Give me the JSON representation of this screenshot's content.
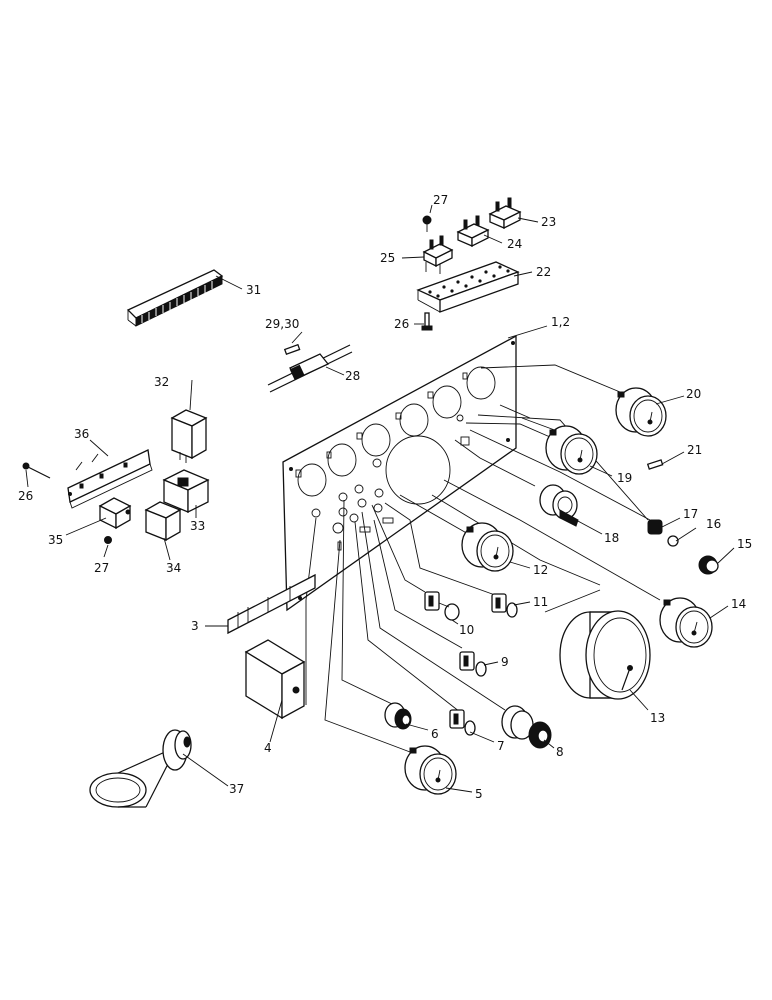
{
  "diagram": {
    "labels": {
      "l1_2": "1,2",
      "l3": "3",
      "l4": "4",
      "l5": "5",
      "l6": "6",
      "l7": "7",
      "l8": "8",
      "l9": "9",
      "l10": "10",
      "l11": "11",
      "l12": "12",
      "l13": "13",
      "l14": "14",
      "l15": "15",
      "l16": "16",
      "l17": "17",
      "l18": "18",
      "l19": "19",
      "l20": "20",
      "l21": "21",
      "l22": "22",
      "l23": "23",
      "l24": "24",
      "l25": "25",
      "l26a": "26",
      "l26b": "26",
      "l27a": "27",
      "l27b": "27",
      "l28": "28",
      "l29_30": "29,30",
      "l31": "31",
      "l32": "32",
      "l33": "33",
      "l34": "34",
      "l35": "35",
      "l36": "36",
      "l37": "37"
    }
  }
}
